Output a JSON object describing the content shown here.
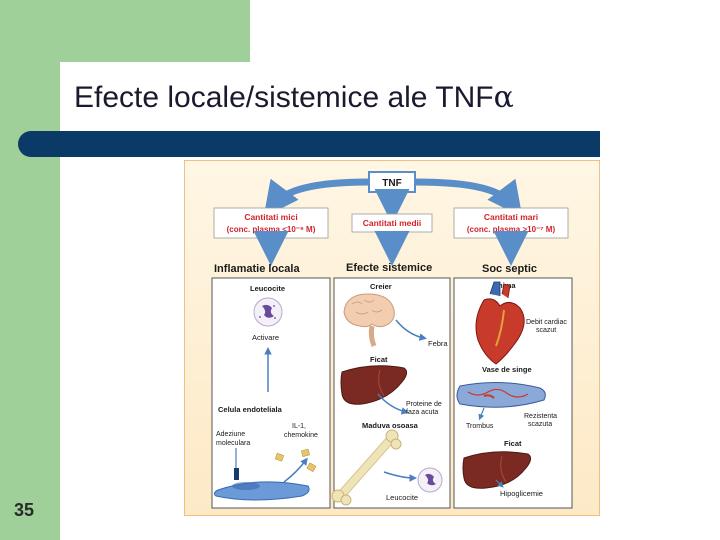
{
  "slide": {
    "title": "Efecte locale/sistemice ale TNF",
    "title_symbol": "α",
    "number": "35"
  },
  "figure": {
    "tnf": "TNF",
    "doses": {
      "low_line1": "Cantitati mici",
      "low_line2": "(conc. plasma <10⁻⁹ M)",
      "mid": "Cantitati medii",
      "high_line1": "Cantitati mari",
      "high_line2": "(conc. plasma >10⁻⁷ M)"
    },
    "headers": {
      "local": "Inflamatie locala",
      "systemic": "Efecte sistemice",
      "septic": "Soc septic"
    },
    "local": {
      "leucocite": "Leucocite",
      "activare": "Activare",
      "endoteliala": "Celula endoteliala",
      "il1_line1": "IL-1,",
      "il1_line2": "chemokine",
      "adeziune_line1": "Adeziune",
      "adeziune_line2": "moleculara"
    },
    "systemic": {
      "creier": "Creier",
      "febra": "Febra",
      "ficat": "Ficat",
      "proteine_line1": "Proteine de",
      "proteine_line2": "faza acuta",
      "maduva": "Maduva osoasa",
      "leucocite": "Leucocite"
    },
    "septic": {
      "inima": "Inima",
      "debit_line1": "Debit cardiac",
      "debit_line2": "scazut",
      "vase": "Vase de singe",
      "trombus": "Trombus",
      "rezistenta_line1": "Rezistenta",
      "rezistenta_line2": "scazuta",
      "ficat": "Ficat",
      "hipoglicemie": "Hipoglicemie"
    },
    "colors": {
      "header_bg": "#a8c8e6",
      "arrow_blue": "#5a8ec8",
      "dose_text": "#d2232a",
      "liver": "#7a2a22",
      "bone": "#efe3b8",
      "heart": "#c83a2a",
      "border": "#e8b070"
    }
  }
}
